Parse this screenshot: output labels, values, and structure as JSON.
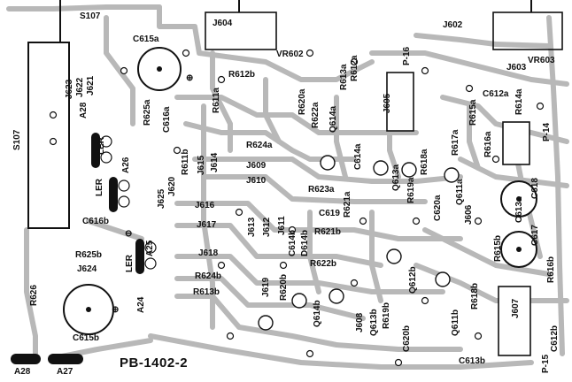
{
  "board_code": "PB-1402-2",
  "colors": {
    "copper": "#b8b8b8",
    "ink": "#111111",
    "background": "#ffffff"
  },
  "labels": {
    "s107": "S107",
    "c615a": "C615a",
    "c615b": "C615b",
    "c616a": "C616a",
    "c616b": "C616b",
    "c618": "C618",
    "c617": "C617",
    "c619": "C619",
    "c612a": "C612a",
    "c612b": "C612b",
    "c613a": "C613a",
    "c613b": "C613b",
    "c614a": "C614a",
    "c614b": "C614b",
    "c620a": "C620a",
    "c620b": "C620b",
    "j604": "J604",
    "j602": "J602",
    "j603": "J603",
    "j609": "J609",
    "j610": "J610",
    "j616": "J616",
    "j617": "J617",
    "j618": "J618",
    "j619": "J619",
    "j620": "J620",
    "j621": "J621",
    "j622": "J622",
    "j623": "J623",
    "j624": "J624",
    "j625": "J625",
    "j611": "J611",
    "j612": "J612",
    "j613": "J613",
    "j614": "J614",
    "j615": "J615",
    "j605": "J605",
    "j606": "J606",
    "j607": "J607",
    "j608": "J608",
    "vr602": "VR602",
    "vr603": "VR603",
    "r612b": "R612b",
    "r613a": "R613a",
    "r613b": "R613b",
    "r611a": "R611a",
    "r611b": "R611b",
    "r612a": "R612a",
    "r624a": "R624a",
    "r624b": "R624b",
    "r625a": "R625a",
    "r625b": "R625b",
    "r626": "R626",
    "r621a": "R621a",
    "r621b": "R621b",
    "r622a": "R622a",
    "r622b": "R622b",
    "r623a": "R623a",
    "r614a": "R614a",
    "r615a": "R615a",
    "r615b": "R615b",
    "r616a": "R616a",
    "r616b": "R616b",
    "r617a": "R617a",
    "r618a": "R618a",
    "r618b": "R618b",
    "r619a": "R619a",
    "r619b": "R619b",
    "r620a": "R620a",
    "r620b": "R620b",
    "q614a": "Q614a",
    "q613a": "Q613a",
    "q611a": "Q611a",
    "q613b": "Q613b",
    "q611b": "Q611b",
    "q614b": "Q614b",
    "q612b": "Q612b",
    "d614b": "D614b",
    "a24": "A24",
    "a25": "A25",
    "a26": "A26",
    "a27": "A27",
    "a28": "A28",
    "a28b": "A28",
    "ler1": "LER",
    "ler2": "LER",
    "ler3": "LER",
    "p16": "P-16",
    "p14": "P-14",
    "p15": "P-15",
    "plus": "⊕",
    "minus": "⊖"
  }
}
